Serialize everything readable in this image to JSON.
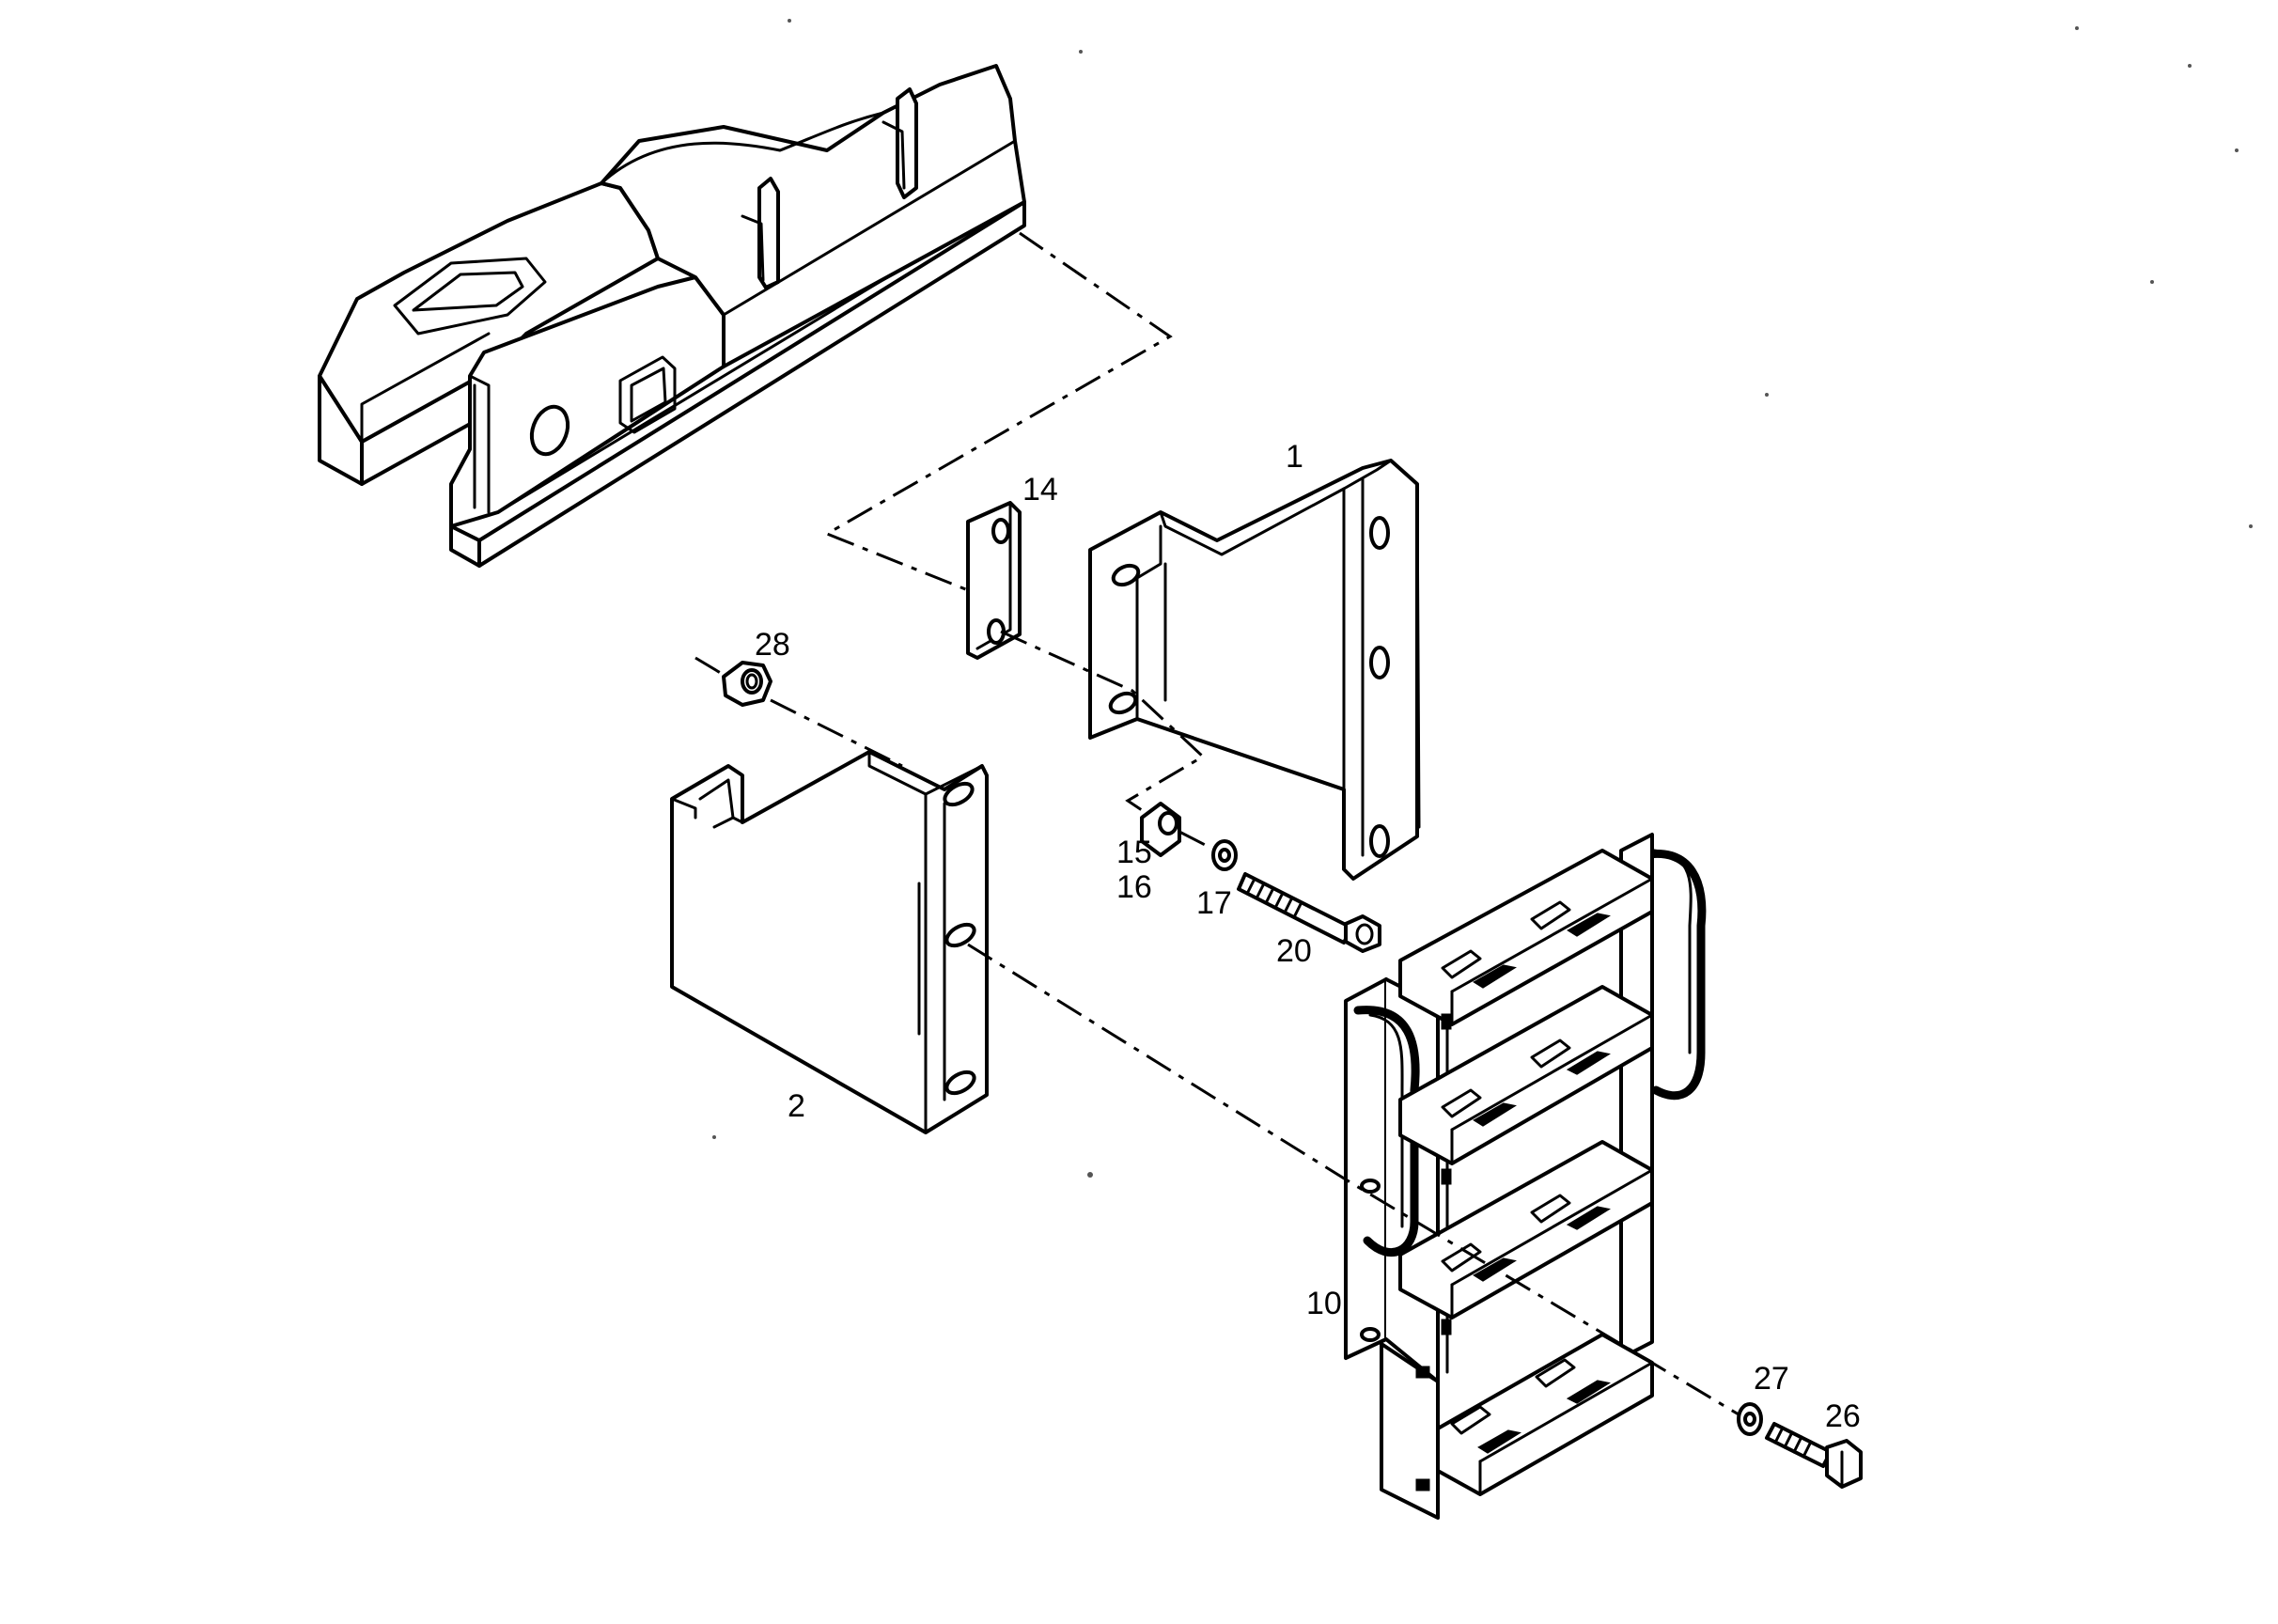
{
  "callouts": {
    "c1": "1",
    "c2": "2",
    "c10": "10",
    "c14": "14",
    "c15": "15",
    "c16": "16",
    "c17": "17",
    "c20": "20",
    "c26": "26",
    "c27": "27",
    "c28": "28"
  },
  "colors": {
    "line": "#000000",
    "paper": "#ffffff"
  }
}
